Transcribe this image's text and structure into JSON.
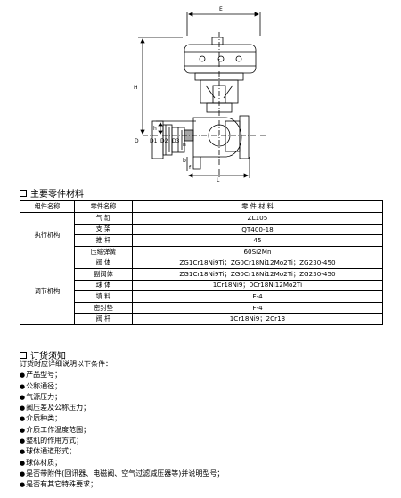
{
  "drawing": {
    "dim_E": "E",
    "dim_H": "H",
    "dim_h": "h",
    "dim_D": "D",
    "dim_D1": "D1",
    "dim_D2": "D2",
    "dim_D3": "D3",
    "dim_n": "n",
    "dim_b": "b",
    "dim_f": "f",
    "dim_L": "L"
  },
  "parts_section": {
    "title": "主要零件材料"
  },
  "parts_table": {
    "headers": [
      "组件名称",
      "零件名称",
      "零 件 材 料"
    ],
    "groups": [
      {
        "name": "执行机构",
        "rows": [
          {
            "part": "气 缸",
            "material": "ZL105"
          },
          {
            "part": "支 架",
            "material": "QT400-18"
          },
          {
            "part": "推 杆",
            "material": "45"
          },
          {
            "part": "压缩弹簧",
            "material": "60Si2Mn"
          }
        ]
      },
      {
        "name": "调节机构",
        "rows": [
          {
            "part": "阀 体",
            "material": "ZG1Cr18Ni9Ti；ZG0Cr18Ni12Mo2Ti；ZG230-450"
          },
          {
            "part": "副阀体",
            "material": "ZG1Cr18Ni9Ti；ZG0Cr18Ni12Mo2Ti；ZG230-450"
          },
          {
            "part": "球 体",
            "material": "1Cr18Ni9；0Cr18Ni12Mo2Ti"
          },
          {
            "part": "填 料",
            "material": "F-4"
          },
          {
            "part": "密封垫",
            "material": "F-4"
          },
          {
            "part": "阀 杆",
            "material": "1Cr18Ni9；2Cr13"
          }
        ]
      }
    ]
  },
  "order_section": {
    "title": "订货须知",
    "intro": "订货时应详细说明以下条件：",
    "items": [
      "产品型号；",
      "公称通径；",
      "气源压力；",
      "阀压差及公称压力；",
      "介质种类；",
      "介质工作温度范围；",
      "整机的作用方式；",
      "球体通道形式；",
      "球体材质；",
      "是否带附件(回讯器、电磁阀、空气过滤减压器等)并说明型号；",
      "是否有其它特殊要求；"
    ]
  }
}
